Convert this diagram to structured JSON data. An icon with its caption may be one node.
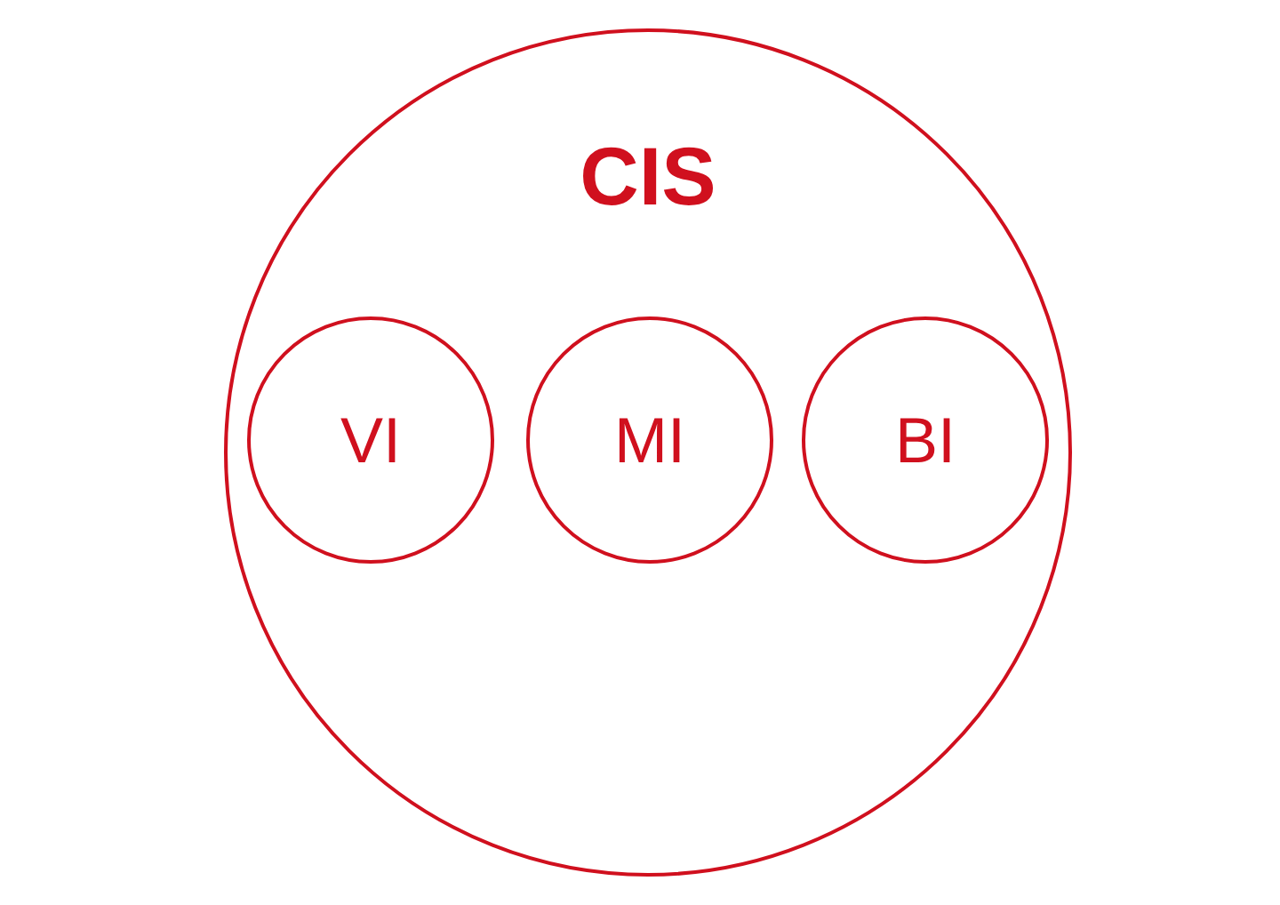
{
  "diagram": {
    "nodes": [
      {
        "text": [
          "CIS"
        ]
      },
      {
        "text": [
          "VI"
        ],
        "in": 0
      },
      {
        "text": [
          "MI"
        ],
        "in": 0
      },
      {
        "text": [
          "BI"
        ],
        "in": 0
      }
    ]
  }
}
